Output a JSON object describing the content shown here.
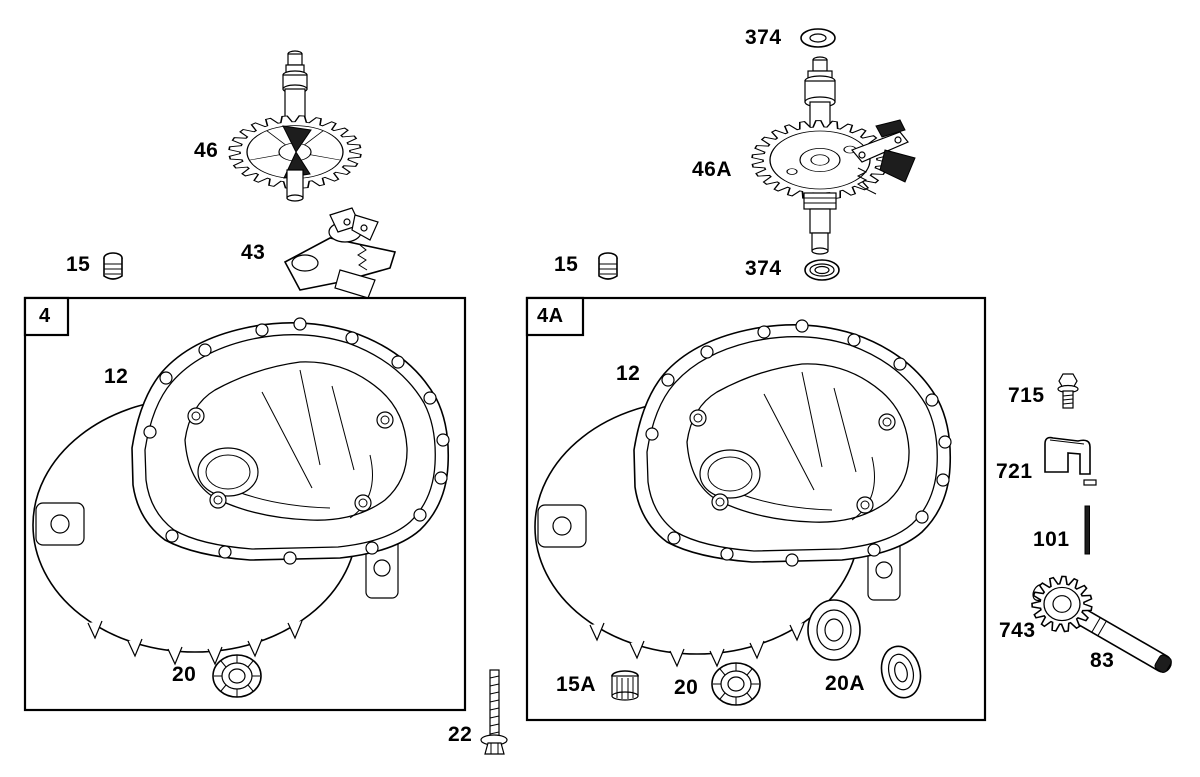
{
  "callouts": {
    "c46": "46",
    "c43": "43",
    "c15_left": "15",
    "box4": "4",
    "c12_left": "12",
    "c20_left": "20",
    "c22": "22",
    "c374_top": "374",
    "c46a": "46A",
    "c374_bottom": "374",
    "c15_right": "15",
    "box4a": "4A",
    "c12_right": "12",
    "c15a": "15A",
    "c20_right": "20",
    "c20a": "20A",
    "c715": "715",
    "c721": "721",
    "c101": "101",
    "c743": "743",
    "c83": "83"
  }
}
